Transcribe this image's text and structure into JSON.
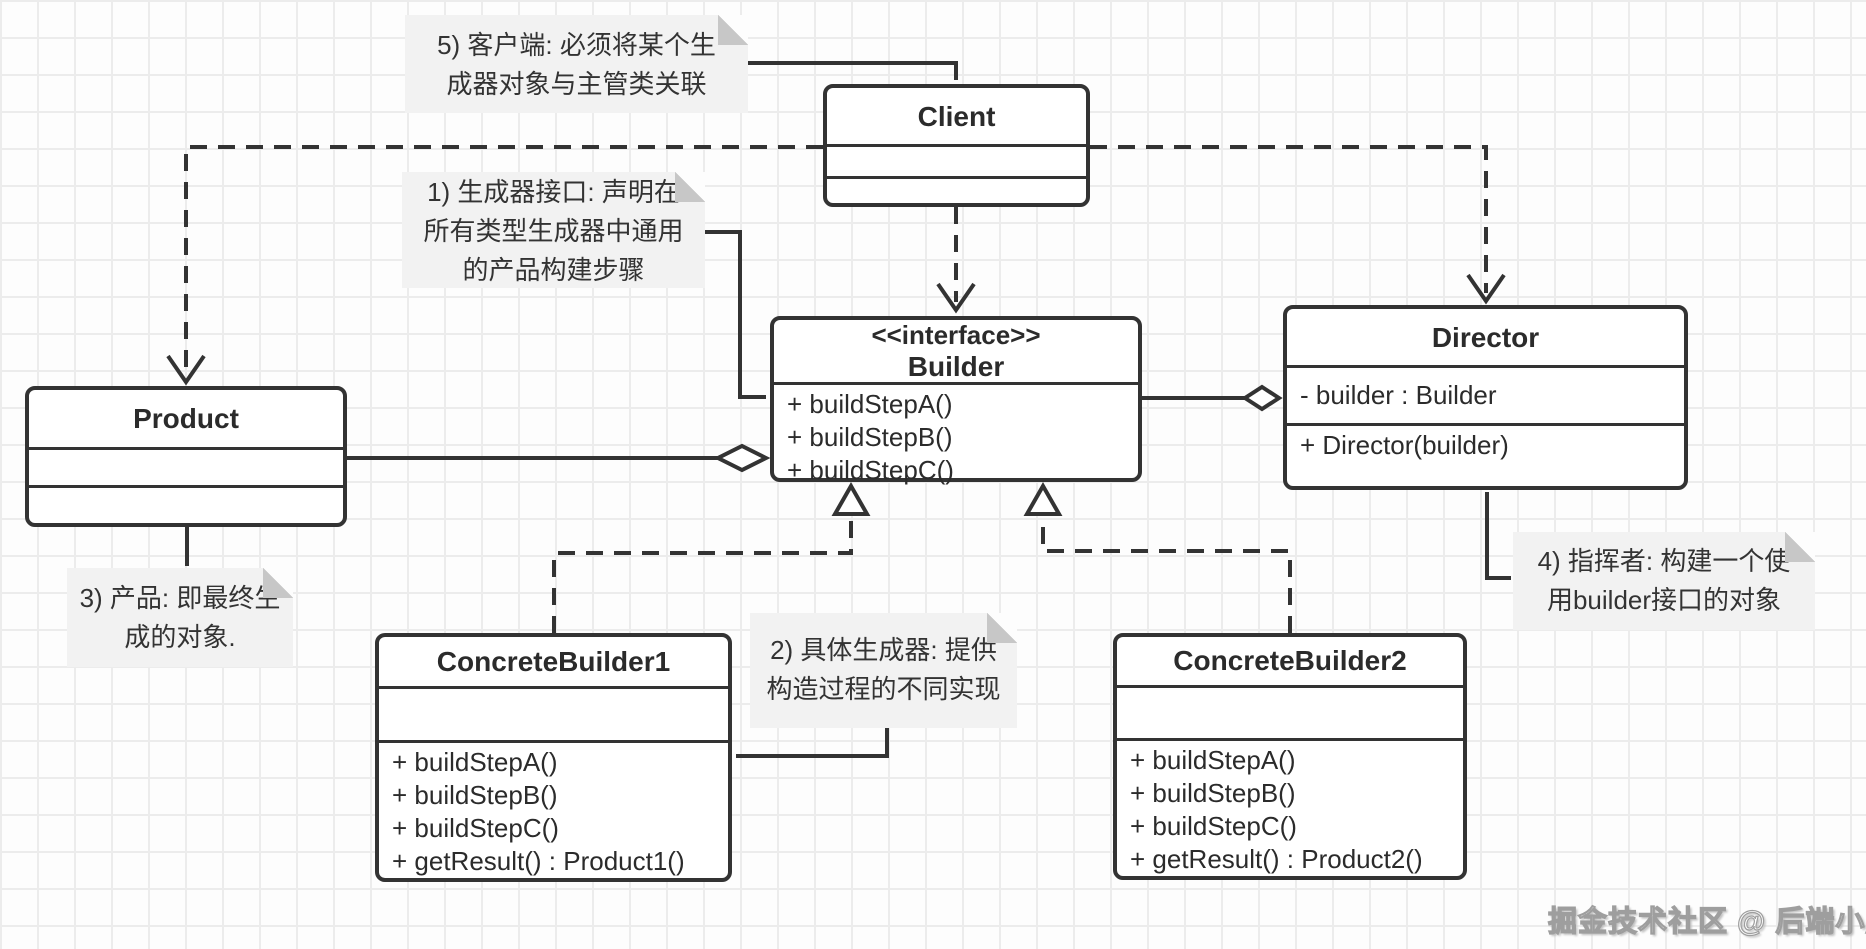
{
  "diagram": {
    "classes": {
      "client": {
        "name": "Client"
      },
      "builder": {
        "stereotype": "<<interface>>",
        "name": "Builder",
        "methods": [
          "+ buildStepA()",
          "+ buildStepB()",
          "+ buildStepC()"
        ]
      },
      "director": {
        "name": "Director",
        "attributes": [
          "- builder : Builder"
        ],
        "methods": [
          "+ Director(builder)"
        ]
      },
      "product": {
        "name": "Product"
      },
      "concrete_builder_1": {
        "name": "ConcreteBuilder1",
        "methods": [
          "+ buildStepA()",
          "+ buildStepB()",
          "+ buildStepC()",
          "+ getResult() : Product1()"
        ]
      },
      "concrete_builder_2": {
        "name": "ConcreteBuilder2",
        "methods": [
          "+ buildStepA()",
          "+ buildStepB()",
          "+ buildStepC()",
          "+ getResult() : Product2()"
        ]
      }
    },
    "notes": {
      "note1": {
        "lines": [
          "1) 生成器接口: 声明在",
          "所有类型生成器中通用",
          "的产品构建步骤"
        ]
      },
      "note2": {
        "lines": [
          "2) 具体生成器: 提供",
          "构造过程的不同实现"
        ]
      },
      "note3": {
        "lines": [
          "3) 产品: 即最终生",
          "成的对象."
        ]
      },
      "note4": {
        "lines": [
          "4) 指挥者: 构建一个使",
          "用builder接口的对象"
        ]
      },
      "note5": {
        "lines": [
          "5) 客户端: 必须将某个生",
          "成器对象与主管类关联"
        ]
      }
    },
    "watermark": "掘金技术社区 @ 后端小肥肠",
    "colors": {
      "line": "#333333",
      "note_bg": "#f2f2f2",
      "note_fold": "#c7c7c7",
      "grid": "#ececec"
    }
  }
}
